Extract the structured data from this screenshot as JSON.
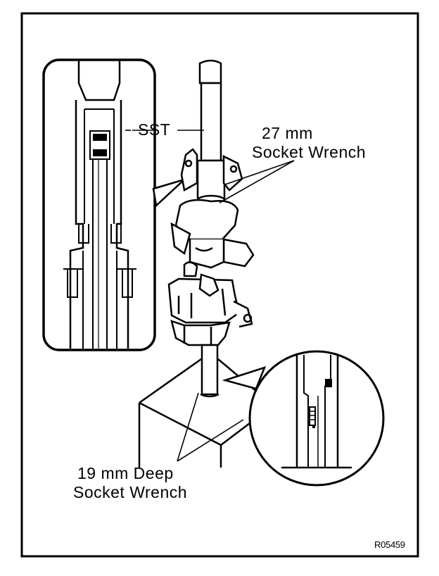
{
  "labels": {
    "sst": "SST",
    "wrench27_line1": "27 mm",
    "wrench27_line2": "Socket Wrench",
    "wrench19_line1": "19 mm Deep",
    "wrench19_line2": "Socket Wrench",
    "figure_code": "R05459"
  },
  "colors": {
    "ink": "#000000",
    "paper": "#ffffff"
  }
}
